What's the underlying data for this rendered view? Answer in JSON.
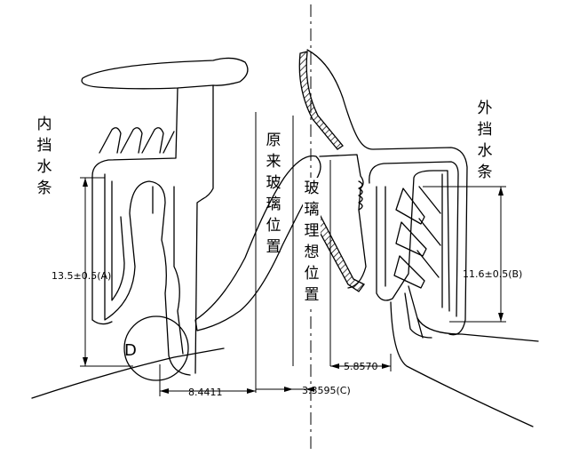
{
  "labels": {
    "inner_strip": "内挡水条",
    "outer_strip": "外挡水条",
    "original_glass": "原来玻璃位置",
    "ideal_glass": "玻璃理想位置",
    "detail": "D"
  },
  "dimensions": {
    "inner_height": "13.5±0.5(A)",
    "outer_height": "11.6±0.5(B)",
    "offset_left": "8.4411",
    "offset_c": "3.3595(C)",
    "offset_right": "5.8570"
  },
  "colors": {
    "line": "#000000",
    "background": "#ffffff"
  }
}
